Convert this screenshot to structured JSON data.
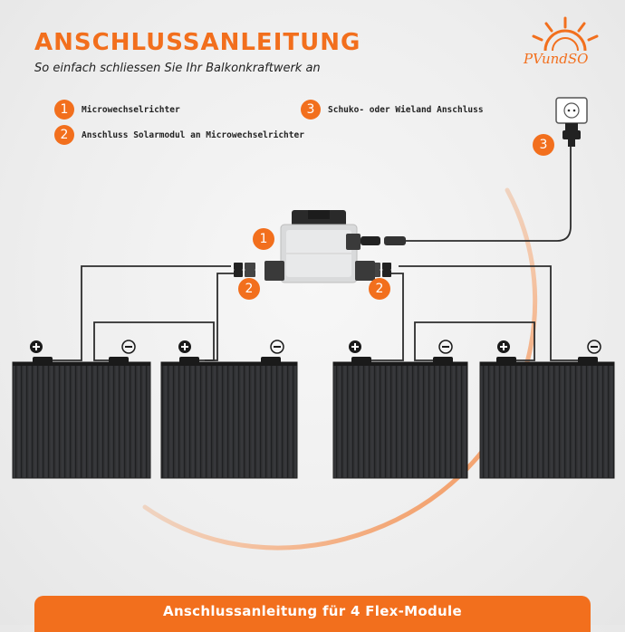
{
  "header": {
    "title": "ANSCHLUSSANLEITUNG",
    "subtitle": "So einfach schliessen Sie Ihr Balkonkraftwerk an"
  },
  "brand": {
    "logo_text": "PVundSO",
    "accent_color": "#f26f1d"
  },
  "legend": [
    {
      "number": "1",
      "label": "Microwechselrichter"
    },
    {
      "number": "2",
      "label": "Anschluss Solarmodul an Microwechselrichter"
    },
    {
      "number": "3",
      "label": "Schuko- oder Wieland Anschluss"
    }
  ],
  "diagram": {
    "badges": {
      "inverter": "1",
      "connector_left": "2",
      "connector_right": "2",
      "plug": "3"
    },
    "panel_count": 4,
    "plus_symbol": "+",
    "minus_symbol": "−"
  },
  "footer": {
    "text": "Anschlussanleitung für 4 Flex-Module"
  }
}
